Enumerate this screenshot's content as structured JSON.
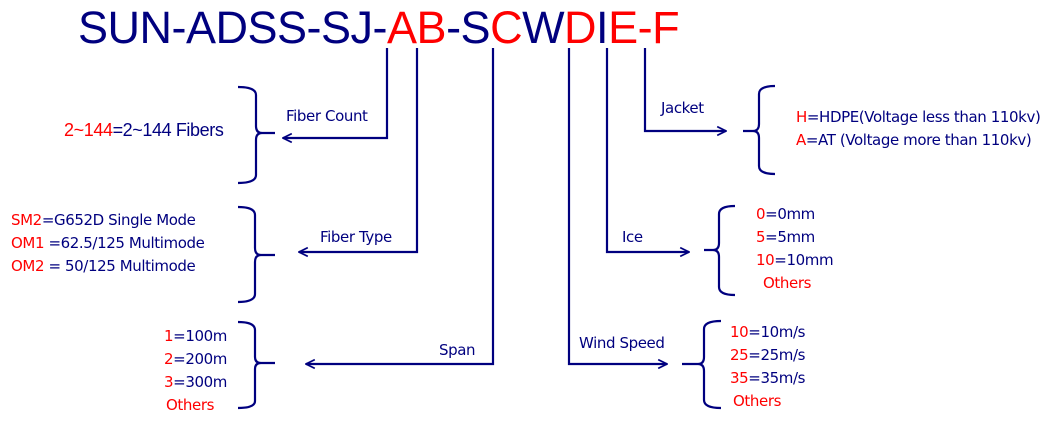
{
  "title": {
    "segments": [
      {
        "text": "SUN-ADSS-SJ-",
        "color": "navy"
      },
      {
        "text": "AB",
        "color": "red"
      },
      {
        "text": "-S",
        "color": "navy"
      },
      {
        "text": "C",
        "color": "red"
      },
      {
        "text": "W",
        "color": "navy"
      },
      {
        "text": "D",
        "color": "red"
      },
      {
        "text": "I",
        "color": "navy"
      },
      {
        "text": "E-F",
        "color": "red"
      }
    ]
  },
  "colors": {
    "navy": "#00007f",
    "red": "#ff0000"
  },
  "fields": {
    "fiber_count": {
      "label": "Fiber Count",
      "options": [
        {
          "code": "2~144",
          "desc": "=2~144 Fibers"
        }
      ]
    },
    "fiber_type": {
      "label": "Fiber Type",
      "options": [
        {
          "code": "SM2",
          "desc": "=G652D Single Mode"
        },
        {
          "code": "OM1",
          "desc": " =62.5/125 Multimode"
        },
        {
          "code": "OM2",
          "desc": " = 50/125 Multimode"
        }
      ]
    },
    "span": {
      "label": "Span",
      "options": [
        {
          "code": "1",
          "desc": "=100m"
        },
        {
          "code": "2",
          "desc": "=200m"
        },
        {
          "code": "3",
          "desc": "=300m"
        },
        {
          "code": "Others",
          "desc": ""
        }
      ]
    },
    "jacket": {
      "label": "Jacket",
      "options": [
        {
          "code": "H",
          "desc": "=HDPE(Voltage less than 110kv)"
        },
        {
          "code": "A",
          "desc": "=AT (Voltage more than 110kv)"
        }
      ]
    },
    "ice": {
      "label": "Ice",
      "options": [
        {
          "code": "0",
          "desc": "=0mm"
        },
        {
          "code": "5",
          "desc": "=5mm"
        },
        {
          "code": "10",
          "desc": "=10mm"
        },
        {
          "code": "Others",
          "desc": ""
        }
      ]
    },
    "wind_speed": {
      "label": "Wind Speed",
      "options": [
        {
          "code": "10",
          "desc": "=10m/s"
        },
        {
          "code": "25",
          "desc": "=25m/s"
        },
        {
          "code": "35",
          "desc": "=35m/s"
        },
        {
          "code": "Others",
          "desc": ""
        }
      ]
    }
  }
}
